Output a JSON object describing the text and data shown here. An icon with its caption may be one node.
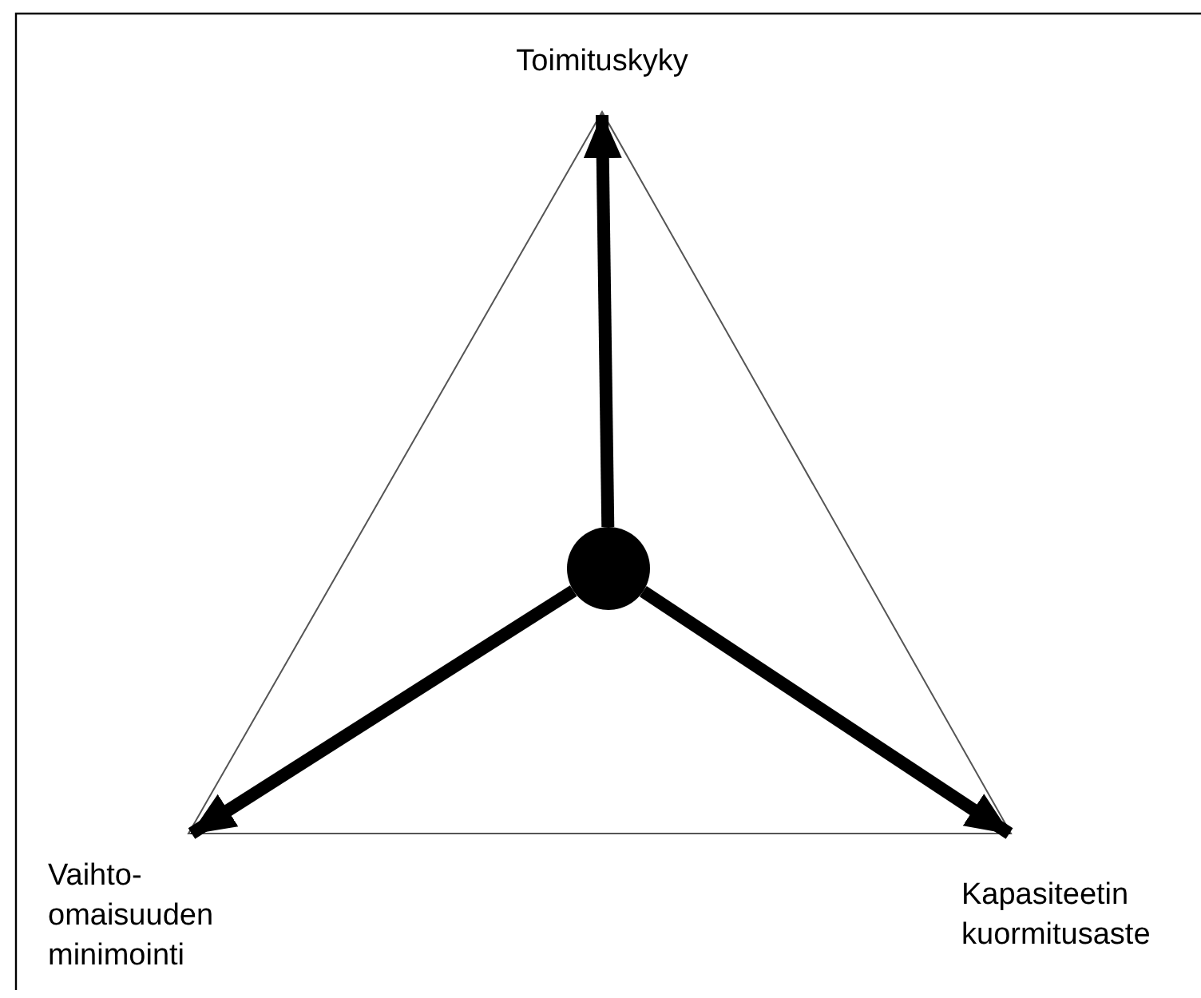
{
  "diagram": {
    "nodes": [
      {
        "text": [],
        "shape": "circle"
      },
      {
        "text": [
          "Toimituskyky"
        ]
      },
      {
        "text": [
          "Vaihto- omaisuuden minimointi"
        ]
      },
      {
        "text": [
          "Kapasiteetin kuormitusaste"
        ]
      }
    ],
    "edges": [
      {
        "from": 0,
        "to": 1,
        "arrow": "to"
      },
      {
        "from": 0,
        "to": 2,
        "arrow": "to"
      },
      {
        "from": 0,
        "to": 3,
        "arrow": "to"
      }
    ]
  }
}
